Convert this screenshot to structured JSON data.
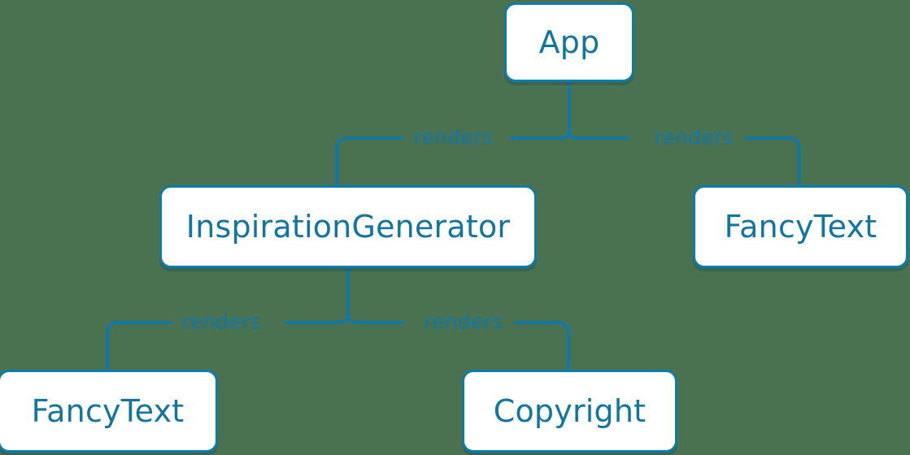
{
  "diagram": {
    "type": "component-tree",
    "background_color": "#4a7250",
    "node_fill_color": "#ffffff",
    "node_border_color": "#0d7cab",
    "text_color": "#11769f",
    "edge_color": "#1178a8",
    "nodes": [
      {
        "id": "app",
        "label": "App"
      },
      {
        "id": "inspiration",
        "label": "InspirationGenerator"
      },
      {
        "id": "fancytext_right",
        "label": "FancyText"
      },
      {
        "id": "fancytext_left",
        "label": "FancyText"
      },
      {
        "id": "copyright",
        "label": "Copyright"
      }
    ],
    "edges": [
      {
        "from": "app",
        "to": "inspiration",
        "label": "renders"
      },
      {
        "from": "app",
        "to": "fancytext_right",
        "label": "renders"
      },
      {
        "from": "inspiration",
        "to": "fancytext_left",
        "label": "renders"
      },
      {
        "from": "inspiration",
        "to": "copyright",
        "label": "renders"
      }
    ]
  }
}
